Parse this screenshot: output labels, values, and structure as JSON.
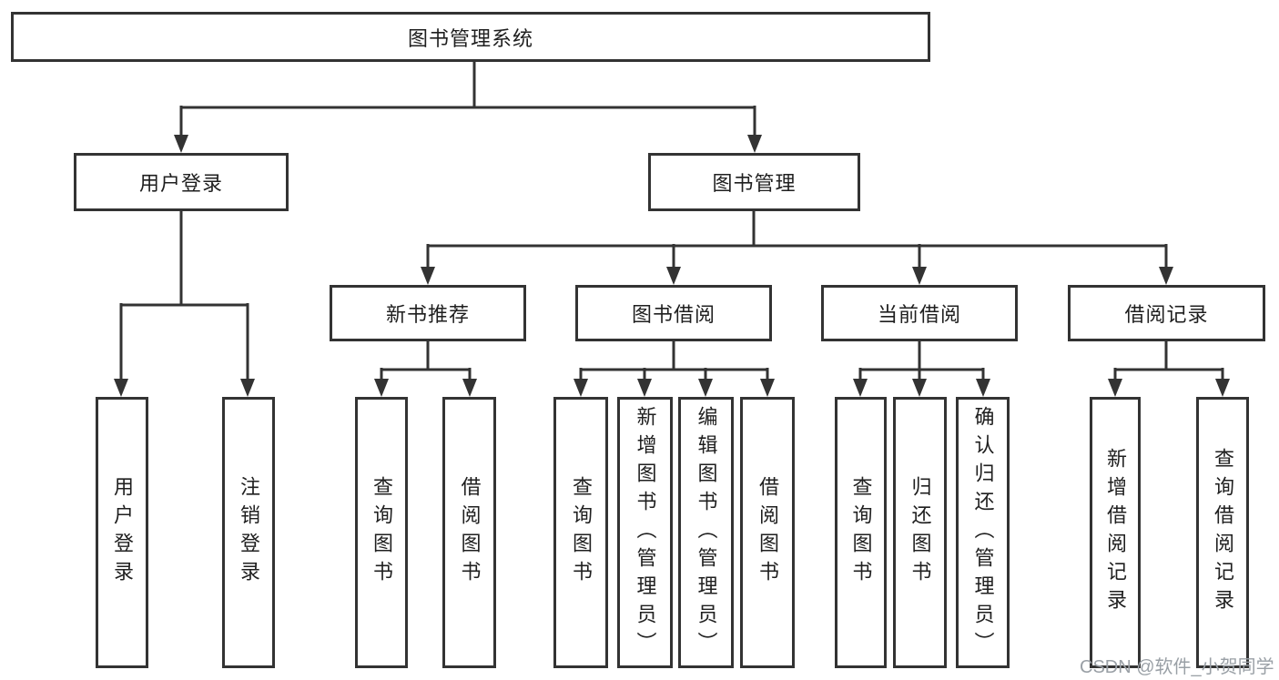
{
  "tree": {
    "label": "图书管理系统",
    "children": [
      {
        "label": "用户登录",
        "children": [
          {
            "label": "用户登录"
          },
          {
            "label": "注销登录"
          }
        ]
      },
      {
        "label": "图书管理",
        "children": [
          {
            "label": "新书推荐",
            "children": [
              {
                "label": "查询图书"
              },
              {
                "label": "借阅图书"
              }
            ]
          },
          {
            "label": "图书借阅",
            "children": [
              {
                "label": "查询图书"
              },
              {
                "label": "新增图书（管理员）"
              },
              {
                "label": "编辑图书（管理员）"
              },
              {
                "label": "借阅图书"
              }
            ]
          },
          {
            "label": "当前借阅",
            "children": [
              {
                "label": "查询图书"
              },
              {
                "label": "归还图书"
              },
              {
                "label": "确认归还（管理员）"
              }
            ]
          },
          {
            "label": "借阅记录",
            "children": [
              {
                "label": "新增借阅记录"
              },
              {
                "label": "查询借阅记录"
              }
            ]
          }
        ]
      }
    ]
  },
  "watermark": {
    "text": "CSDN @软件_小贺同学"
  },
  "colors": {
    "line": "#333333",
    "box_border": "#333333",
    "text": "#1f1f1f",
    "watermark": "#9aa0a6",
    "background": "#ffffff"
  }
}
